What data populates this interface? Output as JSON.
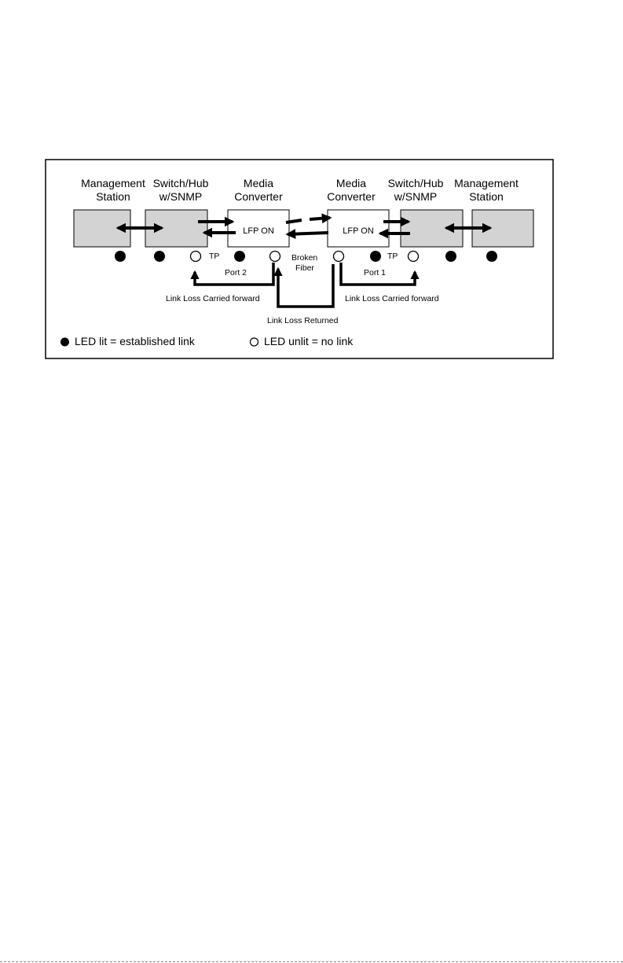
{
  "diagram": {
    "nodes": {
      "mgmt_left": {
        "line1": "Management",
        "line2": "Station"
      },
      "switch_left": {
        "line1": "Switch/Hub",
        "line2": "w/SNMP"
      },
      "mc_left": {
        "line1": "Media",
        "line2": "Converter",
        "status": "LFP ON"
      },
      "mc_right": {
        "line1": "Media",
        "line2": "Converter",
        "status": "LFP ON"
      },
      "switch_right": {
        "line1": "Switch/Hub",
        "line2": "w/SNMP"
      },
      "mgmt_right": {
        "line1": "Management",
        "line2": "Station"
      }
    },
    "labels": {
      "tp_left": "TP",
      "tp_right": "TP",
      "port_left": "Port 2",
      "port_right": "Port 1",
      "broken_fiber_1": "Broken",
      "broken_fiber_2": "Fiber",
      "carried_forward_left": "Link Loss Carried forward",
      "carried_forward_right": "Link Loss Carried forward",
      "returned": "Link Loss Returned"
    },
    "leds": [
      {
        "id": "led-1",
        "lit": true
      },
      {
        "id": "led-2",
        "lit": true
      },
      {
        "id": "led-3",
        "lit": false
      },
      {
        "id": "led-4",
        "lit": true
      },
      {
        "id": "led-5",
        "lit": false
      },
      {
        "id": "led-6",
        "lit": false
      },
      {
        "id": "led-7",
        "lit": true
      },
      {
        "id": "led-8",
        "lit": false
      },
      {
        "id": "led-9",
        "lit": true
      },
      {
        "id": "led-10",
        "lit": true
      }
    ],
    "legend": {
      "lit": "LED lit = established link",
      "unlit": "LED unlit = no link"
    },
    "colors": {
      "device_fill": "#d3d3d3",
      "converter_fill": "#ffffff",
      "stroke": "#000000"
    }
  }
}
